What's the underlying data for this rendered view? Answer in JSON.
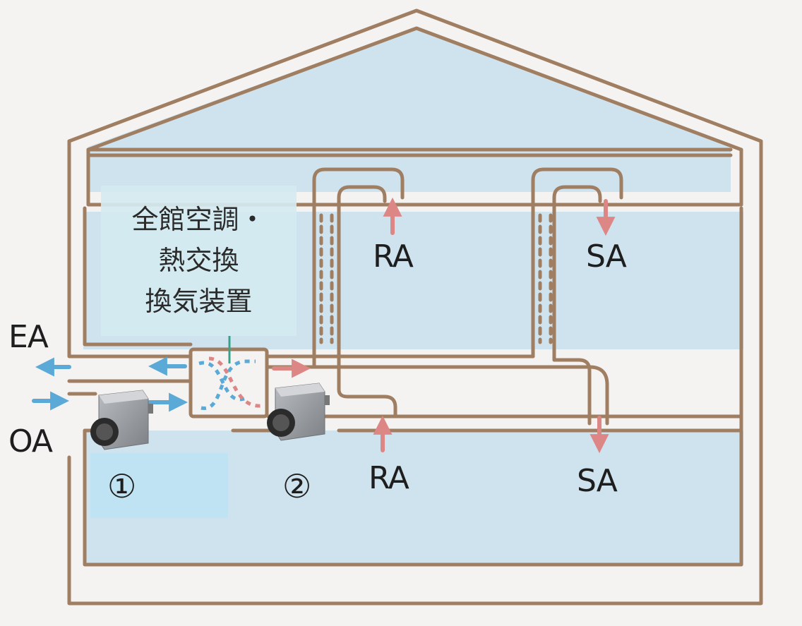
{
  "unit_label_lines": [
    "全館空調・",
    "熱交換",
    "換気装置"
  ],
  "flow_labels": {
    "ea": "EA",
    "oa": "OA",
    "ra_upper": "RA",
    "sa_upper": "SA",
    "ra_lower": "RA",
    "sa_lower": "SA"
  },
  "device_numbers": {
    "fan_1": "①",
    "fan_2": "②"
  },
  "colors": {
    "wall": "#a07e62",
    "room_fill": "#cfe3ee",
    "unit_panel": "#d4eaf0",
    "highlight": "#bfe3f2",
    "exhaust_arrow": "#5aa9d6",
    "supply_arrow": "#dc8686",
    "leader_line": "#3aa08a"
  }
}
